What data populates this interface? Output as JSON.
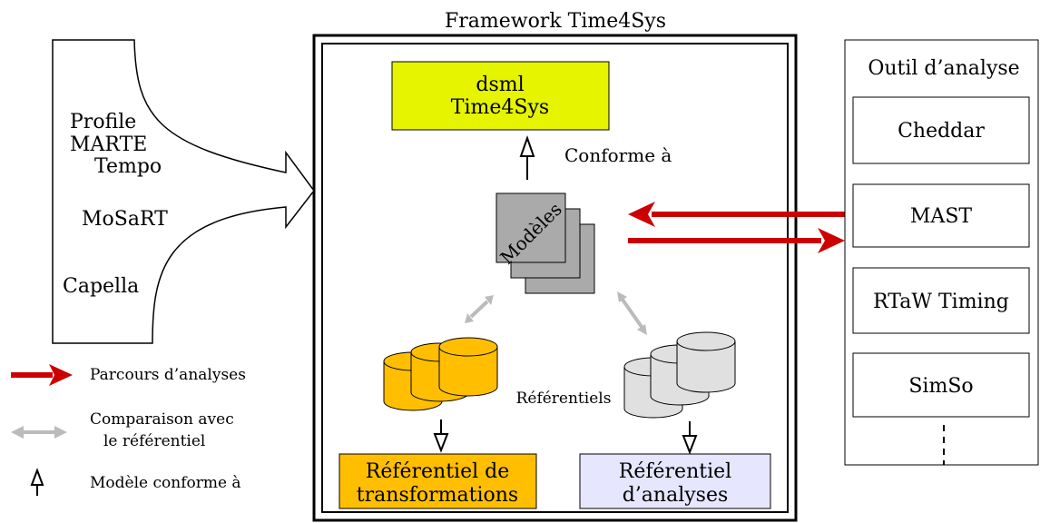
{
  "framework": {
    "title": "Framework Time4Sys"
  },
  "dsml": {
    "line1": "dsml",
    "line2": "Time4Sys",
    "fill": "#e6f400"
  },
  "conforms_label": "Conforme à",
  "models_label": "Modèles",
  "repositories_label": "Référentiels",
  "transform_repo": {
    "line1": "Référentiel de",
    "line2": "transformations",
    "fill": "#ffbf00"
  },
  "analysis_repo": {
    "line1": "Référentiel",
    "line2": "d’analyses",
    "fill": "#e6e6ff"
  },
  "sources": {
    "items": [
      {
        "label": "Profile"
      },
      {
        "label": "MARTE"
      },
      {
        "label": "Tempo"
      },
      {
        "label": "MoSaRT"
      },
      {
        "label": "Capella"
      }
    ]
  },
  "tools": {
    "title": "Outil d’analyse",
    "items": [
      {
        "label": "Cheddar"
      },
      {
        "label": "MAST"
      },
      {
        "label": "RTaW Timing"
      },
      {
        "label": "SimSo"
      }
    ]
  },
  "legend": {
    "analysis_path": "Parcours d’analyses",
    "comparison_line1": "Comparaison avec",
    "comparison_line2": "le référentiel",
    "conforms": "Modèle conforme à"
  },
  "colors": {
    "red_arrow": "#cc0000",
    "gray_arrow": "#bbbbbb",
    "model_gray": "#aaaaaa",
    "cyl_orange": "#ffbf00",
    "cyl_gray": "#e0e0e0"
  }
}
